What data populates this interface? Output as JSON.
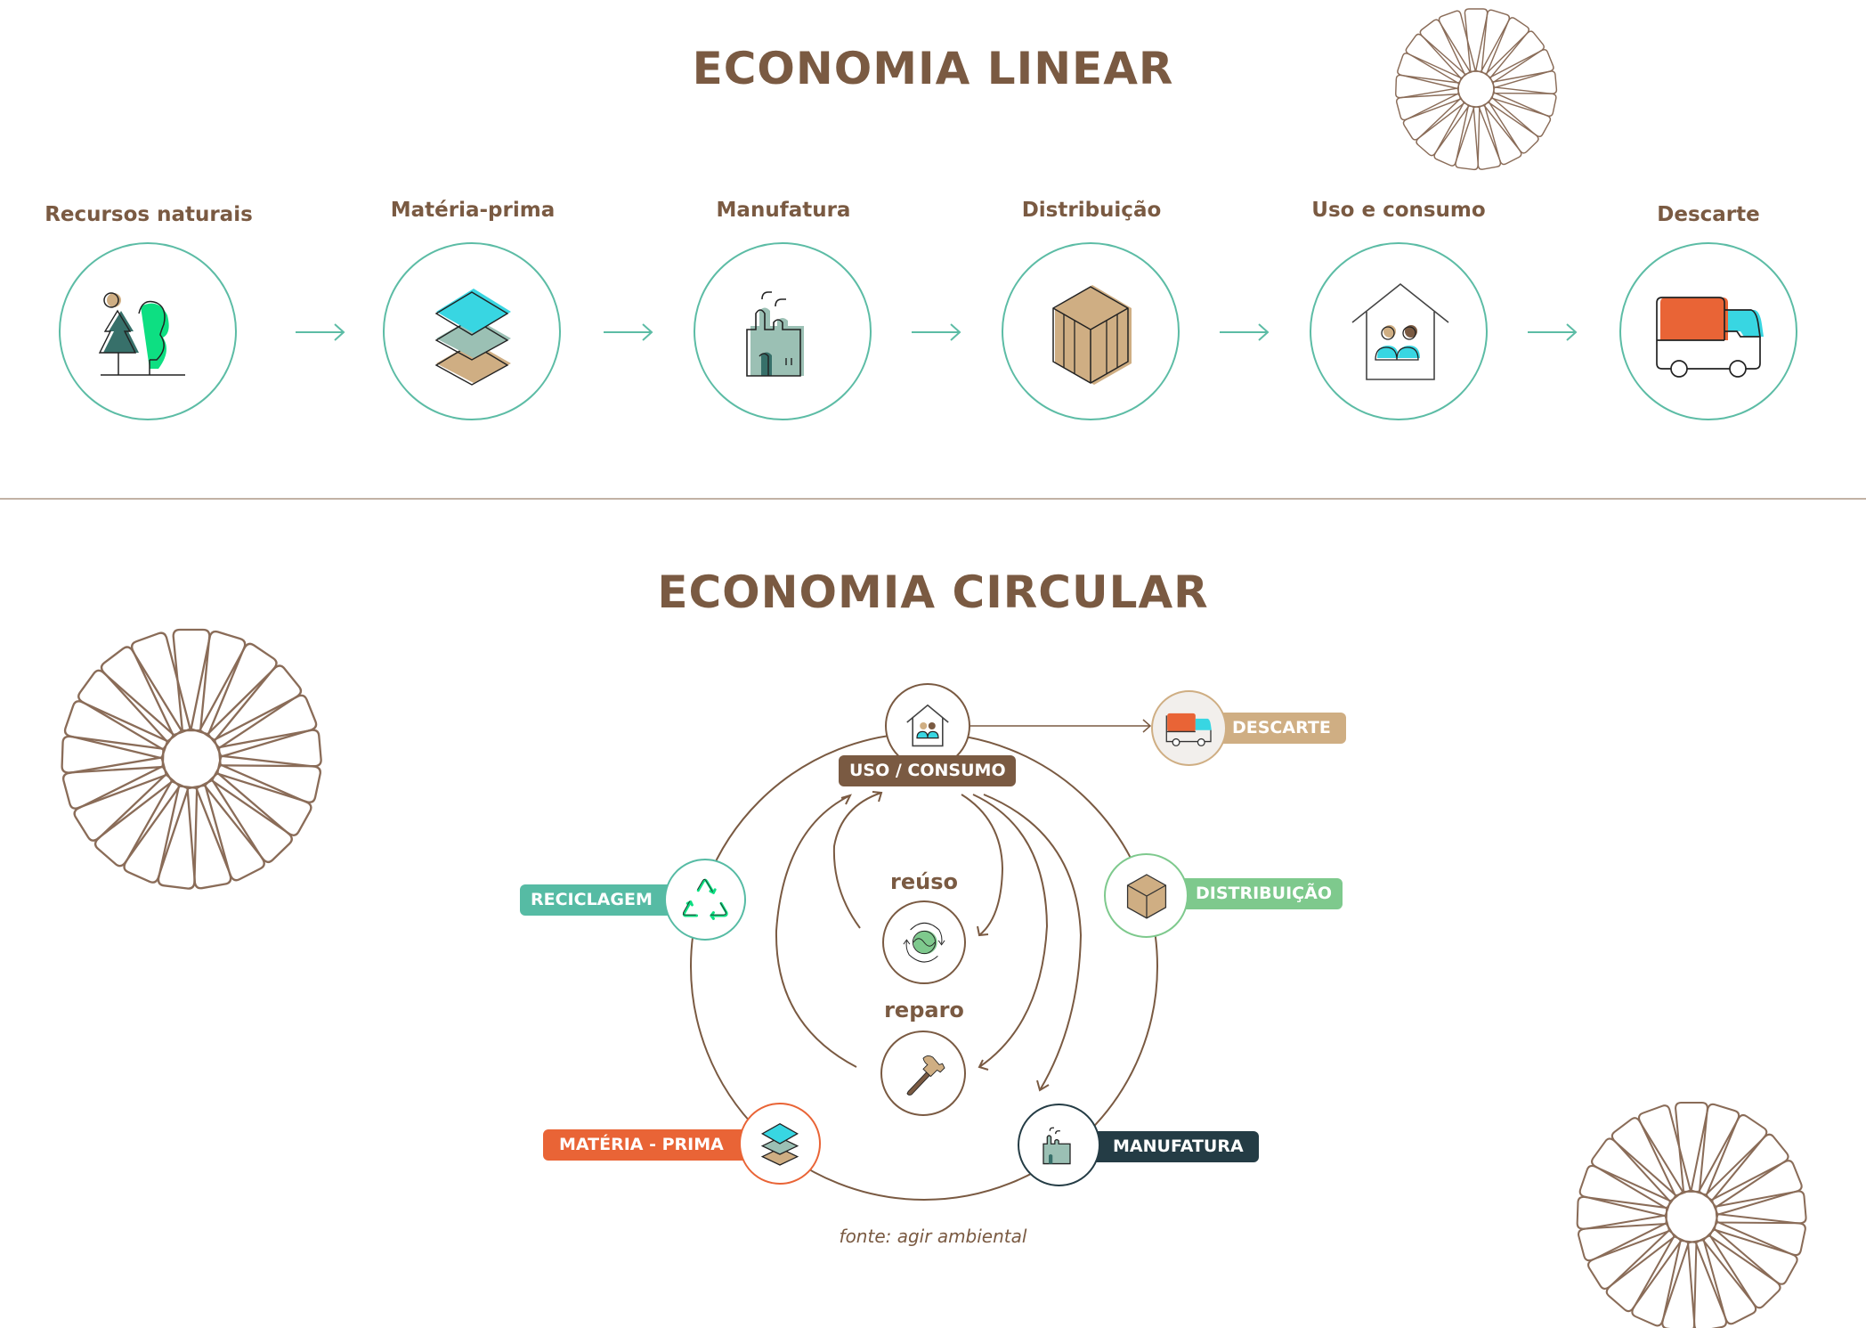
{
  "linear": {
    "title": "ECONOMIA LINEAR",
    "steps": [
      {
        "label": "Recursos naturais",
        "icon": "trees-icon"
      },
      {
        "label": "Matéria-prima",
        "icon": "layers-icon"
      },
      {
        "label": "Manufatura",
        "icon": "factory-icon"
      },
      {
        "label": "Distribuição",
        "icon": "box-icon"
      },
      {
        "label": "Uso e consumo",
        "icon": "house-people-icon"
      },
      {
        "label": "Descarte",
        "icon": "truck-icon"
      }
    ],
    "arrow_color": "#5cbca5",
    "circle_color": "#5cbca5"
  },
  "circular": {
    "title": "ECONOMIA CIRCULAR",
    "nodes": {
      "uso": {
        "label": "USO / CONSUMO",
        "color": "#7a5a42"
      },
      "descarte": {
        "label": "DESCARTE",
        "color": "#cfae83"
      },
      "distribuicao": {
        "label": "DISTRIBUIÇÃO",
        "color": "#7ec98d"
      },
      "reciclagem": {
        "label": "RECICLAGEM",
        "color": "#56bba4"
      },
      "materia_prima": {
        "label": "MATÉRIA - PRIMA",
        "color": "#e96436"
      },
      "manufatura": {
        "label": "MANUFATURA",
        "color": "#243c45"
      }
    },
    "inner": {
      "reuso": "reúso",
      "reparo": "reparo"
    },
    "footer": "fonte: agir ambiental"
  },
  "colors": {
    "brown": "#7a5a42",
    "teal": "#5cbca5",
    "divider": "#c2b2a5"
  }
}
